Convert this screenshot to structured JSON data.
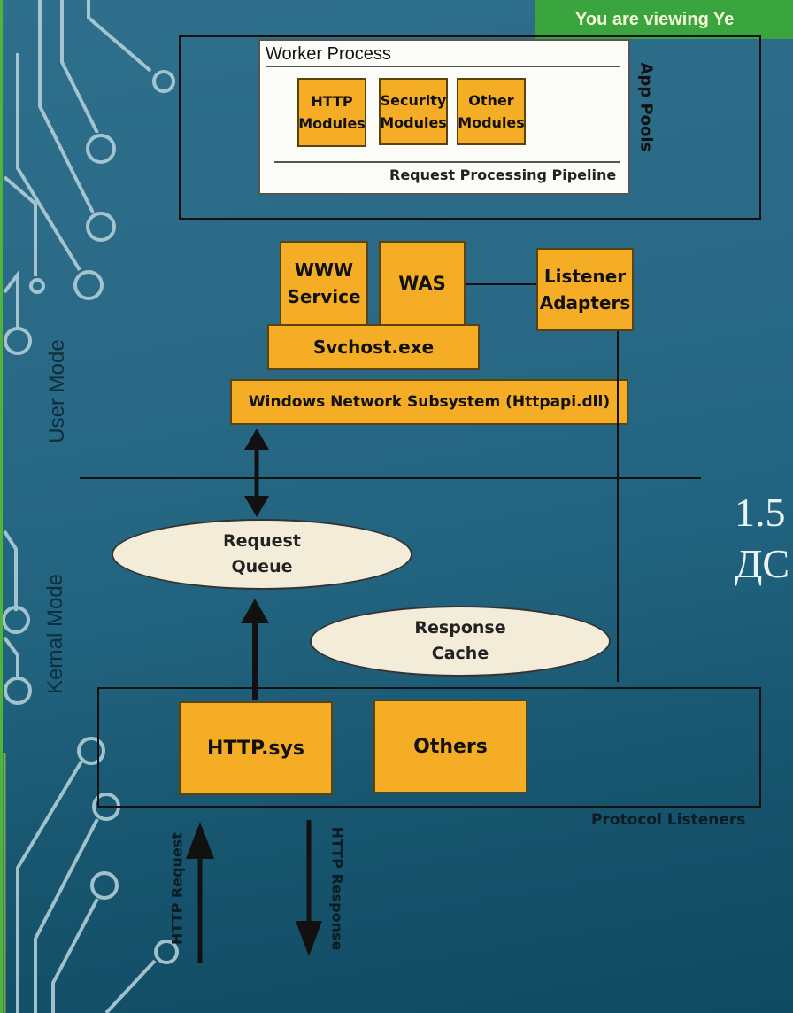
{
  "banner": {
    "text": "You are viewing Ye"
  },
  "app_pools": {
    "label": "App Pools",
    "worker_process": {
      "title": "Worker Process",
      "modules": [
        "HTTP Modules",
        "Security Modules",
        "Other Modules"
      ],
      "pipeline_label": "Request Processing Pipeline"
    }
  },
  "services": {
    "www_service": "WWW Service",
    "was": "WAS",
    "listener_adapters": "Listener Adapters",
    "svchost": "Svchost.exe",
    "network_subsystem": "Windows Network Subsystem (Httpapi.dll)"
  },
  "modes": {
    "user": "User Mode",
    "kernel": "Kernal Mode"
  },
  "kernel": {
    "request_queue": "Request Queue",
    "response_cache": "Response Cache",
    "http_sys": "HTTP.sys",
    "others": "Others",
    "protocol_listeners": "Protocol Listeners"
  },
  "io": {
    "request": "HTTP Request",
    "response": "HTTP Response"
  },
  "slide_title": {
    "line1": "1.5",
    "line2": "ДС"
  },
  "colors": {
    "accent": "#f5ad25",
    "banner": "#3aa53f",
    "background": "#226480"
  }
}
